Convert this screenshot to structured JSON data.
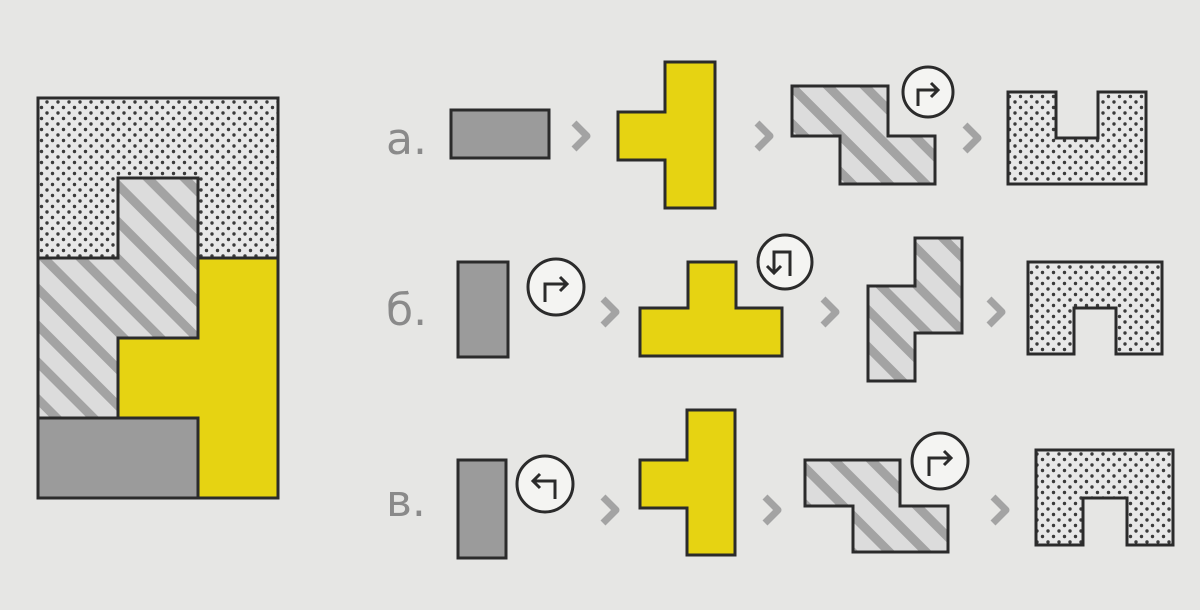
{
  "colors": {
    "background": "#e6e6e4",
    "outline": "#2b2b2b",
    "gray": "#9b9b9b",
    "yellow": "#e6d312",
    "hatch_fill": "#dcdcdc",
    "hatch_line": "#a3a3a3",
    "dots_fill": "#e8e8e8",
    "dots": "#3a3a3a",
    "arrow": "#a3a3a3"
  },
  "shapes": {
    "gray": "gray-rectangle",
    "yellow": "yellow-t-shape",
    "hatched": "hatched-s-shape",
    "dotted": "dotted-u-shape"
  },
  "options": [
    {
      "label": "а.",
      "steps": [
        "gray",
        "yellow",
        "hatched",
        "dotted"
      ],
      "rotations": [
        {
          "after": "hatched",
          "icon": "turn-right-icon"
        }
      ]
    },
    {
      "label": "б.",
      "steps": [
        "gray",
        "yellow",
        "hatched",
        "dotted"
      ],
      "rotations": [
        {
          "after": "gray",
          "icon": "turn-right-icon"
        },
        {
          "after": "yellow",
          "icon": "u-turn-icon"
        }
      ]
    },
    {
      "label": "в.",
      "steps": [
        "gray",
        "yellow",
        "hatched",
        "dotted"
      ],
      "rotations": [
        {
          "after": "gray",
          "icon": "turn-left-icon"
        },
        {
          "after": "hatched",
          "icon": "turn-right-icon"
        }
      ]
    }
  ]
}
